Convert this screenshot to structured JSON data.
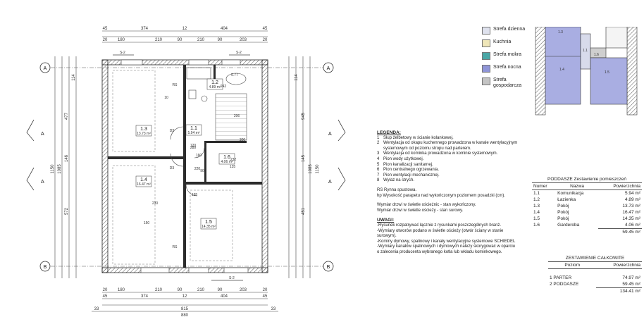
{
  "plan": {
    "rooms": [
      {
        "id": "1.1",
        "area": "5.94 m²"
      },
      {
        "id": "1.2",
        "area": "4.89 m²"
      },
      {
        "id": "1.3",
        "area": "13.73 m²"
      },
      {
        "id": "1.4",
        "area": "16.47 m²"
      },
      {
        "id": "1.5",
        "area": "14.35 m²"
      },
      {
        "id": "1.6",
        "area": "4.06 m²"
      }
    ],
    "axes": {
      "top": "A",
      "bottom": "B",
      "section": "S-2",
      "side": "A"
    },
    "dims_top_total": [
      "45",
      "374",
      "12",
      "404",
      "45"
    ],
    "dims_top_detail": [
      "20",
      "180",
      "210",
      "90",
      "210",
      "90",
      "203",
      "20"
    ],
    "dims_bottom_detail": [
      "20",
      "180",
      "210",
      "90",
      "210",
      "90",
      "203",
      "20"
    ],
    "dims_bottom_mid": [
      "45",
      "374",
      "12",
      "404",
      "45"
    ],
    "dims_bottom_total": [
      "33",
      "815",
      "33"
    ],
    "dims_bottom_overall": "880",
    "dims_left": [
      "1150",
      "1085",
      "477",
      "146",
      "572",
      "114"
    ],
    "dims_right": [
      "1150",
      "1085",
      "945",
      "145",
      "451",
      "114"
    ],
    "annotations": [
      "D3",
      "D3",
      "RS",
      "RS",
      "5.77",
      "280",
      "160",
      "120",
      "220",
      "90",
      "206",
      "300",
      "232",
      "242",
      "230",
      "150",
      "10",
      "135",
      "195"
    ]
  },
  "zone_legend": [
    {
      "label": "Strefa dzienna",
      "color": "#dfe2ee"
    },
    {
      "label": "Kuchnia",
      "color": "#efe6b8"
    },
    {
      "label": "Strefa mokra",
      "color": "#4aa7a6"
    },
    {
      "label": "Strefa nocna",
      "color": "#8f95d8"
    },
    {
      "label": "Strefa gospodarcza",
      "color": "#c4c4c4"
    }
  ],
  "mini_plan": {
    "labels": [
      "1.3",
      "1.1",
      "1.6",
      "1.4",
      "1.5"
    ],
    "colors": {
      "night": "#a9aee2",
      "service": "#cfcfcf",
      "day": "#e6e8f2"
    }
  },
  "legend": {
    "title": "LEGENDA:",
    "items": [
      {
        "n": "1",
        "t": "Słup żelbetowy w ścianie kolankowej."
      },
      {
        "n": "2",
        "t": "Wentylacja od okapu kuchennego prowadzona w kanale wentylacyjnym systemowym od poziomu stropu nad parterem."
      },
      {
        "n": "3",
        "t": "Wentylacja od kominka prowadzona w kominie systemowym."
      },
      {
        "n": "4",
        "t": "Pion wody użytkowej."
      },
      {
        "n": "5",
        "t": "Pion kanalizacji sanitarnej."
      },
      {
        "n": "6",
        "t": "Pion centralnego ogrzewania."
      },
      {
        "n": "7",
        "t": "Pion wentylacji mechanicznej."
      },
      {
        "n": "8",
        "t": "Wyłaz na strych."
      }
    ],
    "rs": "RS  Rynna spustowa.",
    "hp": "hp  Wysokość parapetu nad wykończonym poziomem posadzki (cm).",
    "door1": "Wymiar drzwi w świetle ościeżnic - stan wykończony.",
    "door2": "Wymiar drzwi w świetle ościeży - stan surowy.",
    "uwagi_title": "UWAGI:",
    "uwagi": [
      "-Rysunek rozpatrywać łącznie z rysunkami poszczególnych branż.",
      "-Wymiary otworów podano w świetle ościeży (otwór ściany w stanie surowym).",
      "-Kominy dymowy, spalinowy i kanały wentylacyjne systemowe SCHIEDEL",
      "-Wymiary kanałów spalinowych i dymowych należy skorygować w oparciu o zalecenia producenta wybranego kotła lub wkładu kominkowego."
    ]
  },
  "table_rooms": {
    "title": "PODDASZE Zestawienie pomieszczeń",
    "headers": [
      "Numer",
      "Nazwa",
      "Powierzchnia"
    ],
    "rows": [
      [
        "1.1",
        "Komunikacja",
        "5.94 m²"
      ],
      [
        "1.2",
        "Łazienka",
        "4.89 m²"
      ],
      [
        "1.3",
        "Pokój",
        "13.73 m²"
      ],
      [
        "1.4",
        "Pokój",
        "16.47 m²"
      ],
      [
        "1.5",
        "Pokój",
        "14.35 m²"
      ],
      [
        "1.6",
        "Garderoba",
        "4.06 m²"
      ]
    ],
    "total": "59.45 m²"
  },
  "table_total": {
    "title": "ZESTAWIENIE CAŁKOWITE",
    "headers": [
      "Poziom",
      "Powierzchnia"
    ],
    "rows": [
      [
        "1 PARTER",
        "74.97 m²"
      ],
      [
        "2 PODDASZE",
        "59.45 m²"
      ]
    ],
    "total": "134.41 m²"
  }
}
